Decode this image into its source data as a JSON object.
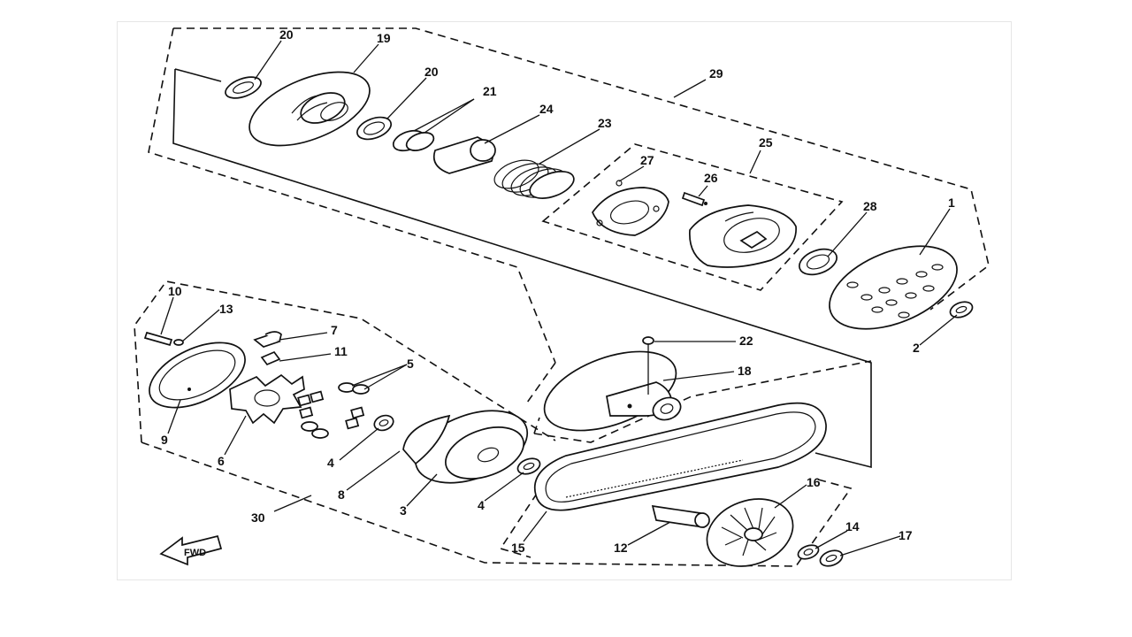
{
  "callouts": [
    {
      "id": "c20a",
      "text": "20"
    },
    {
      "id": "c19",
      "text": "19"
    },
    {
      "id": "c20b",
      "text": "20"
    },
    {
      "id": "c21",
      "text": "21"
    },
    {
      "id": "c24",
      "text": "24"
    },
    {
      "id": "c23",
      "text": "23"
    },
    {
      "id": "c29",
      "text": "29"
    },
    {
      "id": "c25",
      "text": "25"
    },
    {
      "id": "c27",
      "text": "27"
    },
    {
      "id": "c26",
      "text": "26"
    },
    {
      "id": "c28",
      "text": "28"
    },
    {
      "id": "c1",
      "text": "1"
    },
    {
      "id": "c2",
      "text": "2"
    },
    {
      "id": "c22",
      "text": "22"
    },
    {
      "id": "c18",
      "text": "18"
    },
    {
      "id": "c10",
      "text": "10"
    },
    {
      "id": "c13",
      "text": "13"
    },
    {
      "id": "c7",
      "text": "7"
    },
    {
      "id": "c11",
      "text": "11"
    },
    {
      "id": "c5",
      "text": "5"
    },
    {
      "id": "c9",
      "text": "9"
    },
    {
      "id": "c6",
      "text": "6"
    },
    {
      "id": "c4a",
      "text": "4"
    },
    {
      "id": "c8",
      "text": "8"
    },
    {
      "id": "c3",
      "text": "3"
    },
    {
      "id": "c4b",
      "text": "4"
    },
    {
      "id": "c30",
      "text": "30"
    },
    {
      "id": "c15",
      "text": "15"
    },
    {
      "id": "c12",
      "text": "12"
    },
    {
      "id": "c16",
      "text": "16"
    },
    {
      "id": "c14",
      "text": "14"
    },
    {
      "id": "c17",
      "text": "17"
    }
  ],
  "fwd_label": "FWD",
  "colors": {
    "line": "#111111",
    "background": "#ffffff",
    "frame": "#e6e6e6"
  }
}
